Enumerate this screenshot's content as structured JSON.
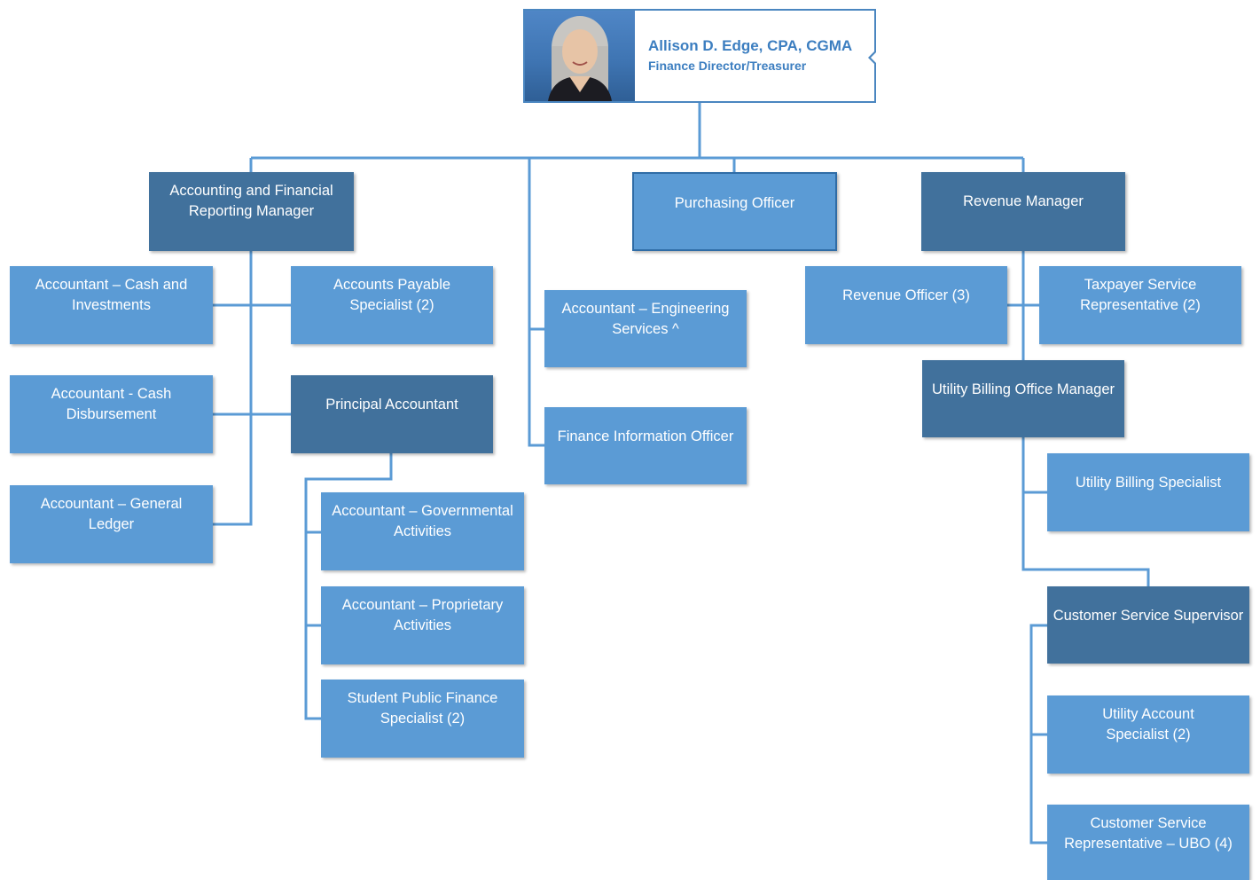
{
  "director": {
    "name": "Allison D. Edge, CPA, CGMA",
    "title": "Finance Director/Treasurer"
  },
  "nodes": {
    "accounting_manager": "Accounting and Financial Reporting Manager",
    "purchasing_officer": "Purchasing Officer",
    "revenue_manager": "Revenue Manager",
    "acct_cash_investments": "Accountant – Cash and Investments",
    "ap_specialist": "Accounts Payable Specialist (2)",
    "acct_cash_disbursement": "Accountant - Cash Disbursement",
    "principal_accountant": "Principal Accountant",
    "acct_general_ledger": "Accountant – General Ledger",
    "acct_governmental": "Accountant – Governmental Activities",
    "acct_proprietary": "Accountant – Proprietary Activities",
    "student_finance": "Student Public Finance Specialist (2)",
    "acct_engineering": "Accountant – Engineering Services ^",
    "finance_info_officer": "Finance Information Officer",
    "revenue_officer": "Revenue Officer (3)",
    "taxpayer_rep": "Taxpayer Service Representative (2)",
    "utility_billing_manager": "Utility Billing Office Manager",
    "utility_billing_specialist": "Utility Billing Specialist",
    "customer_service_supervisor": "Customer Service Supervisor",
    "utility_account_specialist": "Utility Account Specialist (2)",
    "csr_ubo": "Customer Service Representative – UBO (4)"
  },
  "colors": {
    "box": "#5b9bd5",
    "manager_box": "#41719c",
    "connector": "#5b9bd5",
    "director_text": "#3c7ec0"
  }
}
